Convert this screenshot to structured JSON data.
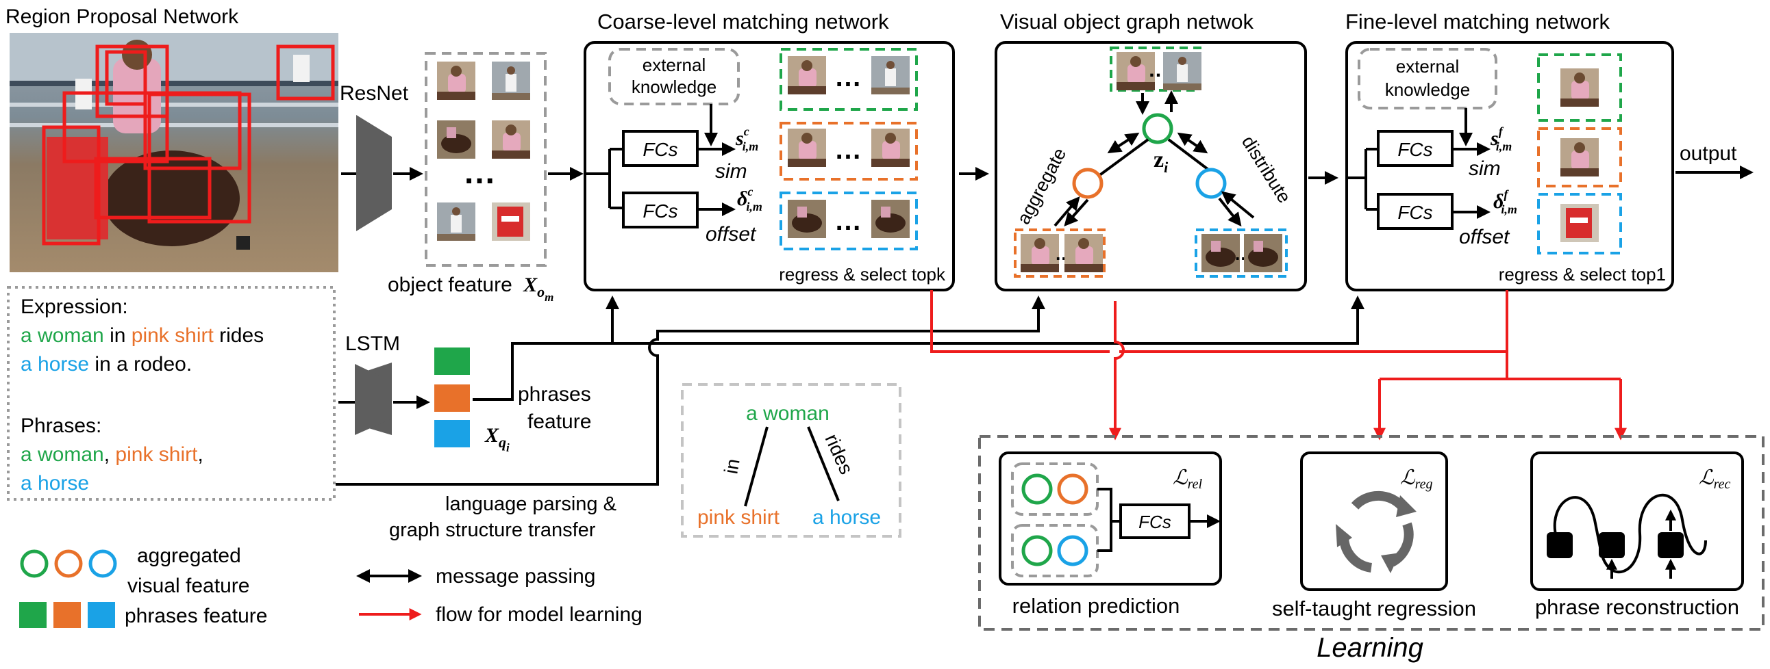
{
  "titles": {
    "rpn": "Region Proposal Network",
    "coarse": "Coarse-level matching network",
    "graph": "Visual object graph netwok",
    "fine": "Fine-level matching network",
    "learning": "Learning"
  },
  "labels": {
    "resnet": "ResNet",
    "lstm": "LSTM",
    "object_feature": "object feature",
    "object_feature_sym": "X",
    "object_feature_sub": "o",
    "object_feature_subsub": "m",
    "phrases_feature_1": "phrases",
    "phrases_feature_2": "feature",
    "phrase_sym": "X",
    "phrase_sub": "q",
    "phrase_subsub": "i",
    "language_parsing_1": "language parsing &",
    "language_parsing_2": "graph structure transfer",
    "output": "output",
    "dots": "…"
  },
  "expression": {
    "heading": "Expression:",
    "part1": "a woman",
    "part2": " in ",
    "part3": "pink shirt",
    "part4": " rides",
    "part5": "a horse",
    "part6": " in a rodeo."
  },
  "phrases": {
    "heading": "Phrases:",
    "p1": "a woman",
    "sep1": ", ",
    "p2": "pink shirt",
    "sep2": ",",
    "p3": "a horse"
  },
  "coarse": {
    "knowledge_1": "external",
    "knowledge_2": "knowledge",
    "fcs": "FCs",
    "sim": "sim",
    "offset": "offset",
    "s_sym": "s",
    "s_sup": "c",
    "s_sub": "i,m",
    "d_sym": "δ",
    "d_sup": "c",
    "d_sub": "i,m",
    "footer": "regress & select topk"
  },
  "graph": {
    "aggregate": "aggregate",
    "distribute": "distribute",
    "z": "z",
    "z_sub": "i"
  },
  "fine": {
    "knowledge_1": "external",
    "knowledge_2": "knowledge",
    "fcs": "FCs",
    "sim": "sim",
    "offset": "offset",
    "s_sym": "s",
    "s_sup": "f",
    "s_sub": "i,m",
    "d_sym": "δ",
    "d_sup": "f",
    "d_sub": "i,m",
    "footer": "regress & select top1"
  },
  "parse_graph": {
    "node_top": "a woman",
    "node_left": "pink shirt",
    "node_right": "a horse",
    "edge_left": "in",
    "edge_right": "rides"
  },
  "learning": {
    "relation_title": "relation prediction",
    "relation_loss": "ℒ",
    "relation_loss_sub": "rel",
    "relation_fcs": "FCs",
    "regression_title": "self-taught regression",
    "regression_loss": "ℒ",
    "regression_loss_sub": "reg",
    "reconstruction_title": "phrase reconstruction",
    "reconstruction_loss": "ℒ",
    "reconstruction_loss_sub": "rec"
  },
  "legend": {
    "aggregated_1": "aggregated",
    "aggregated_2": "visual feature",
    "phrases_feature": "phrases feature",
    "message_passing": "message passing",
    "flow": "flow for model learning"
  },
  "colors": {
    "green": "#1fa64a",
    "orange": "#e8712a",
    "blue": "#1aa2e6",
    "red": "#ee1c1c",
    "gray_dash": "#9a9a9a",
    "dark_gray": "#5e5e5e"
  }
}
